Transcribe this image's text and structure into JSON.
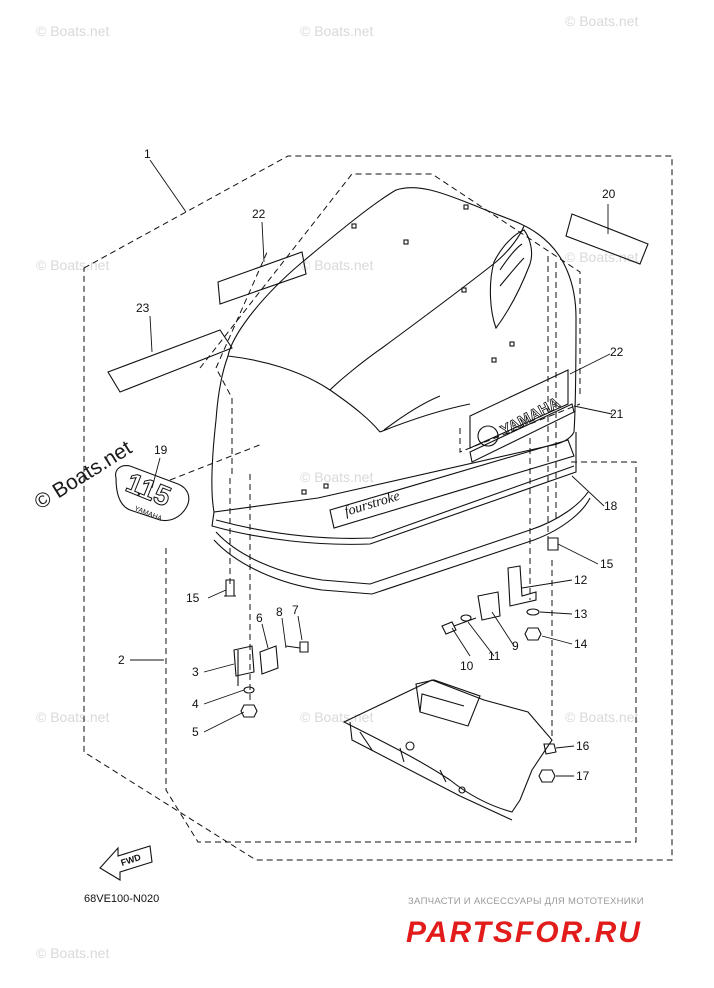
{
  "watermarks": [
    "© Boats.net",
    "© Boats.net",
    "© Boats.net",
    "© Boats.net",
    "© Boats.net",
    "© Boats.net",
    "© Boats.net",
    "© Boats.net",
    "© Boats.net",
    "© Boats.net",
    "© Boats.net"
  ],
  "watermark_main": "© Boats.net",
  "diagram_code": "68VE100-N020",
  "fwd_label": "FWD",
  "decals": {
    "brand": "YAMAHA",
    "fourstroke": "fourstroke",
    "model": "115",
    "model_brand": "YAMAHA"
  },
  "callouts": [
    "1",
    "2",
    "3",
    "4",
    "5",
    "6",
    "7",
    "8",
    "9",
    "10",
    "11",
    "12",
    "13",
    "14",
    "15",
    "15",
    "16",
    "17",
    "18",
    "19",
    "20",
    "21",
    "22",
    "22",
    "23"
  ],
  "footer": {
    "tagline": "ЗАПЧАСТИ И АКСЕССУАРЫ ДЛЯ МОТОТЕХНИКИ",
    "logo": "PARTSFOR.RU",
    "logo_color": "#e21b1b"
  }
}
